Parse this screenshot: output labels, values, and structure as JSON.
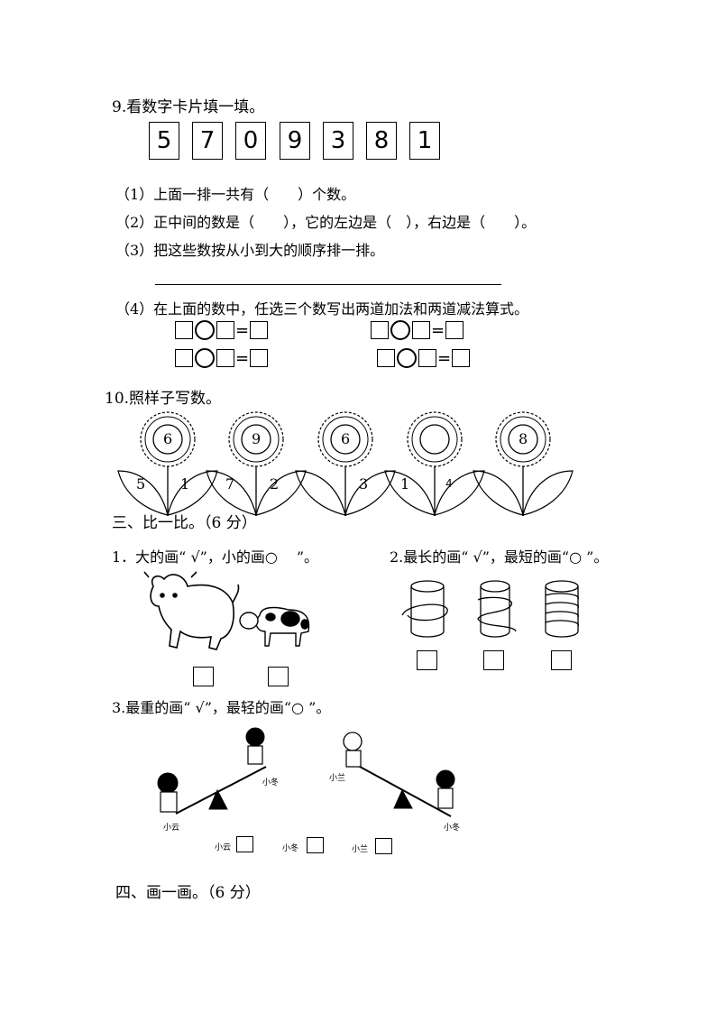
{
  "q9": {
    "title": "9.看数字卡片填一填。",
    "cards": [
      "5",
      "7",
      "0",
      "9",
      "3",
      "8",
      "1"
    ],
    "p1": "（1）上面一排一共有（　　）个数。",
    "p2": "（2）正中间的数是（　　），它的左边是（　），右边是（　　）。",
    "p3": "（3）把这些数按从小到大的顺序排一排。",
    "p4": "（4）在上面的数中，任选三个数写出两道加法和两道减法算式。",
    "eq_sign": "="
  },
  "q10": {
    "title": "10.照样子写数。",
    "flowers": [
      {
        "center": "6",
        "left": "5",
        "right": "1"
      },
      {
        "center": "9",
        "left": "7",
        "right": "2"
      },
      {
        "center": "6",
        "left": "",
        "right": "3"
      },
      {
        "center": "",
        "left": "1",
        "right": "4"
      },
      {
        "center": "8",
        "left": "",
        "right": ""
      }
    ]
  },
  "section3": {
    "heading": "三、比一比。（6 分）",
    "q1": "1．大的画“ √”，小的画○　 ”。",
    "q2": "2.最长的画“ √”，最短的画“○ ”。",
    "q3": "3.最重的画“ √”，最轻的画“○ ”。",
    "kids": {
      "xiaoyun": "小云",
      "xiaodong": "小冬",
      "xiaolan": "小兰"
    }
  },
  "section4": {
    "heading": "四、画一画。（6 分）"
  }
}
